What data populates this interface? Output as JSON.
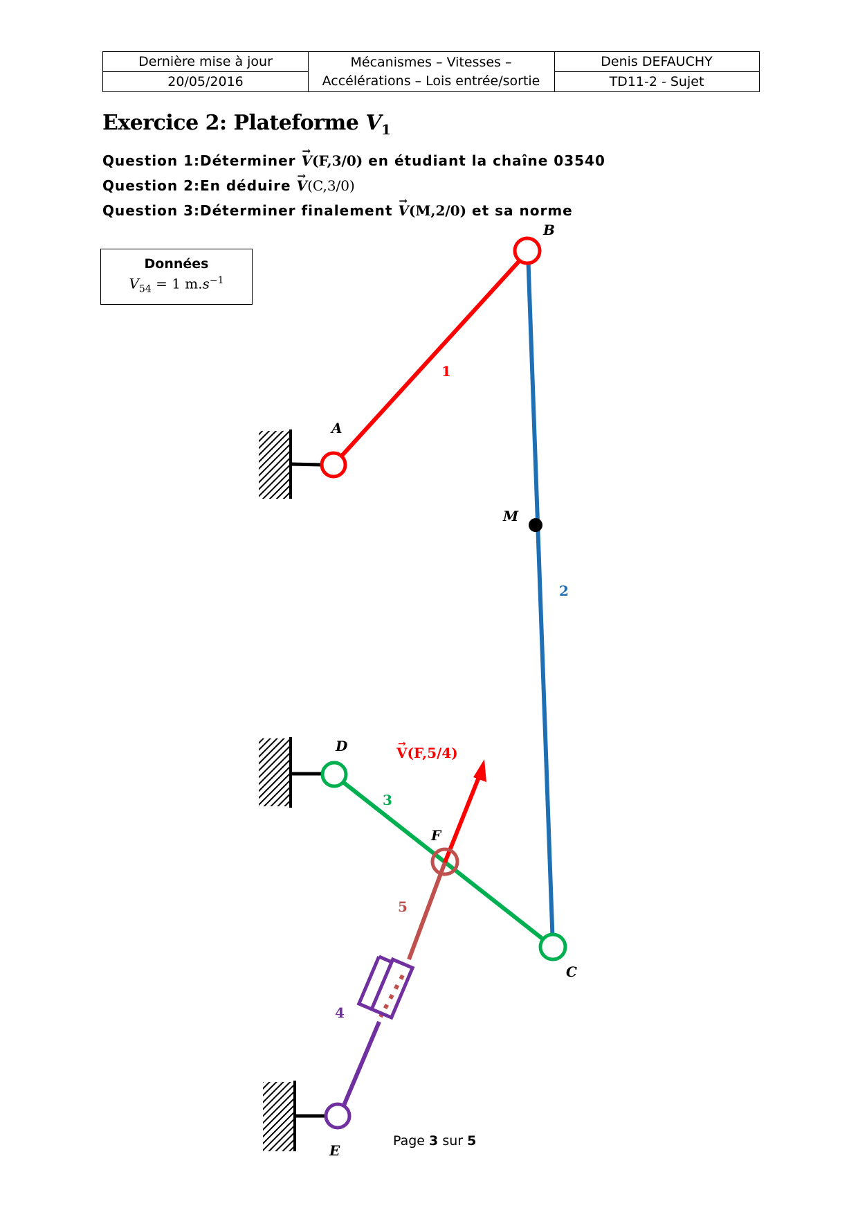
{
  "header": {
    "update_label": "Dernière mise à jour",
    "date": "20/05/2016",
    "subject_line1": "Mécanismes – Vitesses –",
    "subject_line2": "Accélérations – Lois entrée/sortie",
    "author": "Denis DEFAUCHY",
    "doc_ref": "TD11-2 - Sujet"
  },
  "title": {
    "text": "Exercice 2:  Plateforme ",
    "var": "V",
    "sub": "1"
  },
  "questions": [
    {
      "label": "Question 1:",
      "text_before": "Déterminer ",
      "vec": "V",
      "args": "(F,3/0)",
      "text_after": " en étudiant la chaîne 03540"
    },
    {
      "label": "Question 2:",
      "text_before": "En déduire ",
      "vec": "V",
      "args": "(C,3/0)",
      "text_after": ""
    },
    {
      "label": "Question 3:",
      "text_before": "Déterminer finalement ",
      "vec": "V",
      "args": "(M,2/0)",
      "text_after": " et sa norme"
    }
  ],
  "data_box": {
    "title": "Données",
    "var": "V",
    "var_sub": "54",
    "equals": " = 1 m.",
    "unit": "s",
    "exp": "−1"
  },
  "diagram": {
    "points": {
      "A": "A",
      "B": "B",
      "C": "C",
      "D": "D",
      "E": "E",
      "F": "F",
      "M": "M"
    },
    "solids": {
      "s1": "1",
      "s2": "2",
      "s3": "3",
      "s4": "4",
      "s5": "5"
    },
    "vector_label": "V(F,5/4)",
    "colors": {
      "solid1": "#ff0000",
      "solid2": "#1f6fb5",
      "solid3": "#00b050",
      "solid4": "#7030a0",
      "solid5": "#c0504d",
      "frame": "#000000"
    }
  },
  "footer": {
    "prefix": "Page ",
    "page": "3",
    "middle": " sur ",
    "total": "5"
  }
}
